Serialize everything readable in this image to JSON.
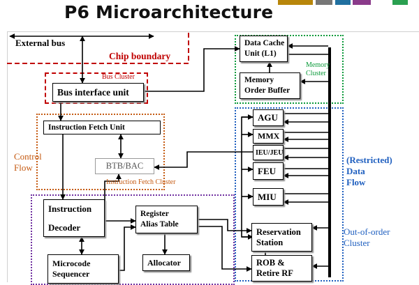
{
  "title": "P6 Microarchitecture",
  "colors": {
    "chip_boundary": "#c00000",
    "bus_cluster": "#c00000",
    "fetch_cluster": "#c55a11",
    "control_flow": "#c55a11",
    "memory_cluster": "#0b9a3a",
    "ooo_cluster": "#1f5fbf",
    "decoder_cluster": "#7030a0"
  },
  "labels": {
    "external_bus": "External bus",
    "chip_boundary": "Chip boundary",
    "bus_cluster": "Bus Cluster",
    "memory_cluster_line1": "Memory",
    "memory_cluster_line2": "Cluster",
    "control_flow_line1": "Control",
    "control_flow_line2": "Flow",
    "fetch_cluster": "Instruction Fetch Cluster",
    "data_flow_line1": "(Restricted)",
    "data_flow_line2": "Data",
    "data_flow_line3": "Flow",
    "ooo_line1": "Out-of-order",
    "ooo_line2": "Cluster"
  },
  "units": {
    "bus_interface": "Bus interface unit",
    "data_cache_line1": "Data Cache",
    "data_cache_line2": "Unit (L1)",
    "mob_line1": "Memory",
    "mob_line2": "Order Buffer",
    "ifu": "Instruction Fetch Unit",
    "btb": "BTB/BAC",
    "decoder_line1": "Instruction",
    "decoder_line2": "Decoder",
    "rat_line1": "Register",
    "rat_line2": "Alias Table",
    "microcode_line1": "Microcode",
    "microcode_line2": "Sequencer",
    "allocator": "Allocator",
    "agu": "AGU",
    "mmx": "MMX",
    "ieu": "IEU/JEU",
    "feu": "FEU",
    "miu": "MIU",
    "rs_line1": "Reservation",
    "rs_line2": "Station",
    "rob_line1": "ROB &",
    "rob_line2": "Retire RF"
  }
}
